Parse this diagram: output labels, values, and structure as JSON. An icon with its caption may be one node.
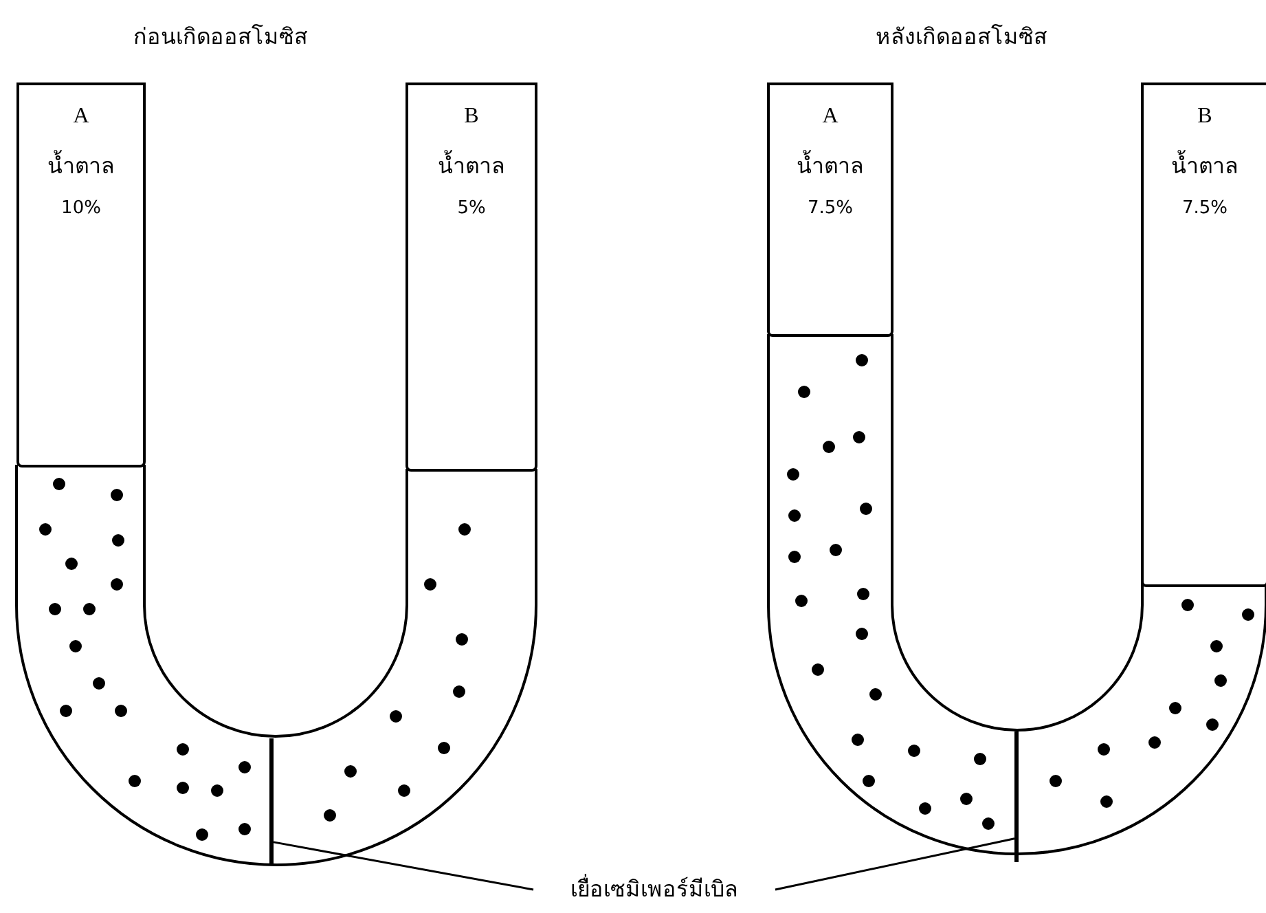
{
  "diagram": {
    "nodes": [
      {
        "text": [
          "A",
          "น้ำตาล",
          "10%"
        ]
      },
      {
        "text": [
          "B",
          "น้ำตาล",
          "5%"
        ]
      },
      {
        "text": [
          "A",
          "น้ำตาล",
          "7.5%"
        ]
      },
      {
        "text": [
          "B",
          "น้ำตาล",
          "7.5%"
        ]
      },
      {
        "text": [],
        "shape": "bar"
      },
      {
        "text": [],
        "shape": "bar"
      },
      {
        "text": [
          "เยื่อเซมิเพอร์มีเบิล"
        ]
      }
    ],
    "edges": [
      {
        "from": 6,
        "to": 4,
        "arrow": "none"
      },
      {
        "from": 6,
        "to": 5,
        "arrow": "none"
      }
    ],
    "labels": [
      "ก่อนเกิดออสโมซิส",
      "หลังเกิดออสโมซิส"
    ]
  }
}
